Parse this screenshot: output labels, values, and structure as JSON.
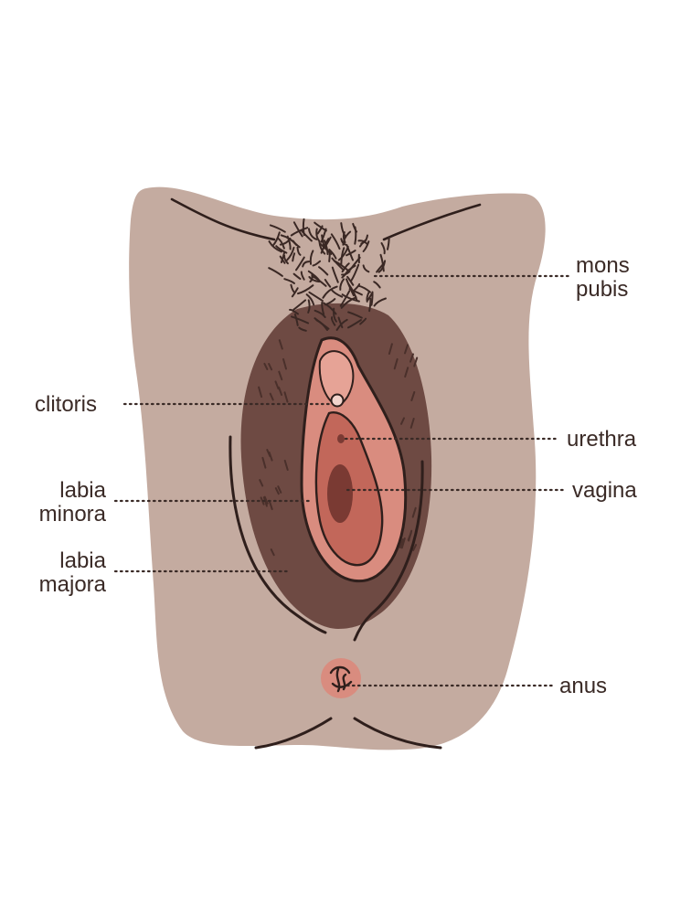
{
  "diagram": {
    "labels": {
      "mons_pubis_line1": "mons",
      "mons_pubis_line2": "pubis",
      "clitoris": "clitoris",
      "urethra": "urethra",
      "labia_minora_line1": "labia",
      "labia_minora_line2": "minora",
      "vagina": "vagina",
      "labia_majora_line1": "labia",
      "labia_majora_line2": "majora",
      "anus": "anus"
    },
    "colors": {
      "skin": "#c4aba0",
      "labia_majora": "#6e4a43",
      "labia_minora": "#d98c7f",
      "inner": "#c2675a",
      "vaginal_opening": "#7a3a33",
      "outline": "#2f1f1c",
      "hair": "#3a2824",
      "text": "#3a2a26"
    }
  }
}
